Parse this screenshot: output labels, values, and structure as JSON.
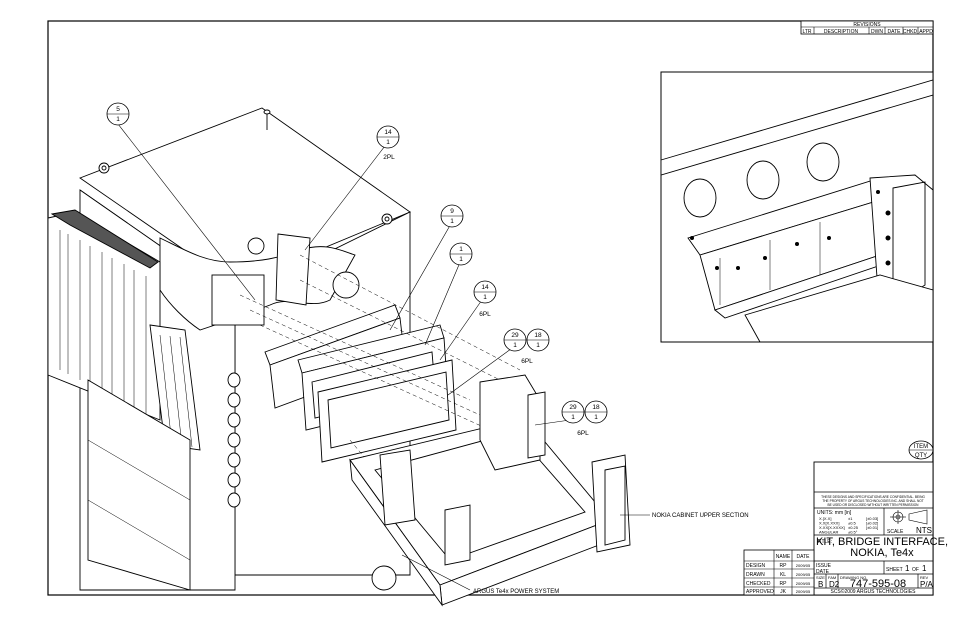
{
  "revisions": {
    "title": "REVISIONS",
    "headers": [
      "LTR",
      "DESCRIPTION",
      "DWN",
      "DATE",
      "CHKD",
      "APPD"
    ]
  },
  "balloons": [
    {
      "item": "5",
      "qty": "1",
      "note": ""
    },
    {
      "item": "14",
      "qty": "1",
      "note": "2PL"
    },
    {
      "item": "9",
      "qty": "1",
      "note": ""
    },
    {
      "item": "1",
      "qty": "1",
      "note": ""
    },
    {
      "item": "14",
      "qty": "1",
      "note": "6PL"
    },
    {
      "item": "29",
      "qty": "1",
      "note": ""
    },
    {
      "item": "18",
      "qty": "1",
      "note": "6PL"
    },
    {
      "item": "29",
      "qty": "1",
      "note": ""
    },
    {
      "item": "18",
      "qty": "1",
      "note": "6PL"
    }
  ],
  "legend": {
    "item": "ITEM",
    "qty": "QTY"
  },
  "callouts": {
    "nokia": "NOKIA CABINET UPPER SECTION",
    "argus": "ARGUS Te4x POWER SYSTEM"
  },
  "title_block": {
    "confidential": [
      "THESE DESIGNS AND SPECIFICATIONS ARE CONFIDENTIAL. BEING",
      "THE PROPERTY OF ARGUS TECHNOLOGIES INC. AND SHALL NOT",
      "BE USED OR DISCLOSED WITHOUT WRITTEN PERMISSION"
    ],
    "units": "UNITS: mm [in]",
    "tolerances": [
      {
        "label": "X.[X.X]",
        "value": "±1",
        "inch": "[±0.03]"
      },
      {
        "label": "X.X[X.XXX]",
        "value": "±0.5",
        "inch": "[±0.02]"
      },
      {
        "label": "X.XX[X.XXXX]",
        "value": "±0.25",
        "inch": "[±0.01]"
      },
      {
        "label": "ANGULAR",
        "value": "±0.5°",
        "inch": ""
      }
    ],
    "scale_label": "SCALE",
    "scale": "NTS",
    "title_label": "TITLE:",
    "title_line1": "KIT, BRIDGE INTERFACE,",
    "title_line2": "NOKIA, Te4x",
    "issue_label": "ISSUE",
    "date_label": "DATE",
    "sheet_label": "SHEET",
    "sheet_no": "1",
    "of_label": "OF",
    "sheet_total": "1",
    "size_label": "SIZE",
    "size": "B",
    "fam_label": "FAM",
    "fam": "D2",
    "drawing_label": "DRAWING NO.",
    "drawing_no": "747-595-08",
    "rev_label": "REV",
    "rev": "P/A",
    "copyright": "SCS©2009 ARGUS TECHNOLOGIES",
    "approvals_header": [
      "NAME",
      "DATE"
    ],
    "approvals": [
      {
        "role": "DESIGN",
        "name": "RP",
        "date": "2009/05"
      },
      {
        "role": "DRAWN",
        "name": "KL",
        "date": "2009/05"
      },
      {
        "role": "CHECKED",
        "name": "RP",
        "date": "2009/05"
      },
      {
        "role": "APPROVED",
        "name": "JK",
        "date": "2009/05"
      }
    ]
  }
}
